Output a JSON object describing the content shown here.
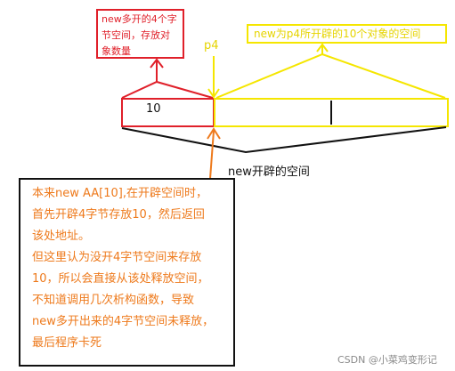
{
  "labels": {
    "red_note": "new多开的4个字节空间，存放对象数量",
    "yellow_note": "new为p4所开辟的10个对象的空间",
    "p4": "p4",
    "memory_value": "10",
    "new_space": "new开辟的空间"
  },
  "explanation": [
    "本来new AA[10],在开辟空间时，",
    "首先开辟4字节存放10，然后返回",
    "该处地址。",
    "但这里认为没开4字节空间来存放",
    "10，所以会直接从该处释放空间，",
    "不知道调用几次析构函数，导致",
    "new多开出来的4字节空间未释放，",
    "最后程序卡死"
  ],
  "watermark": "CSDN @小菜鸡变形记",
  "colors": {
    "red": "#e0202a",
    "yellow": "#f5e600",
    "orange": "#ee7a1c",
    "black": "#111111"
  }
}
